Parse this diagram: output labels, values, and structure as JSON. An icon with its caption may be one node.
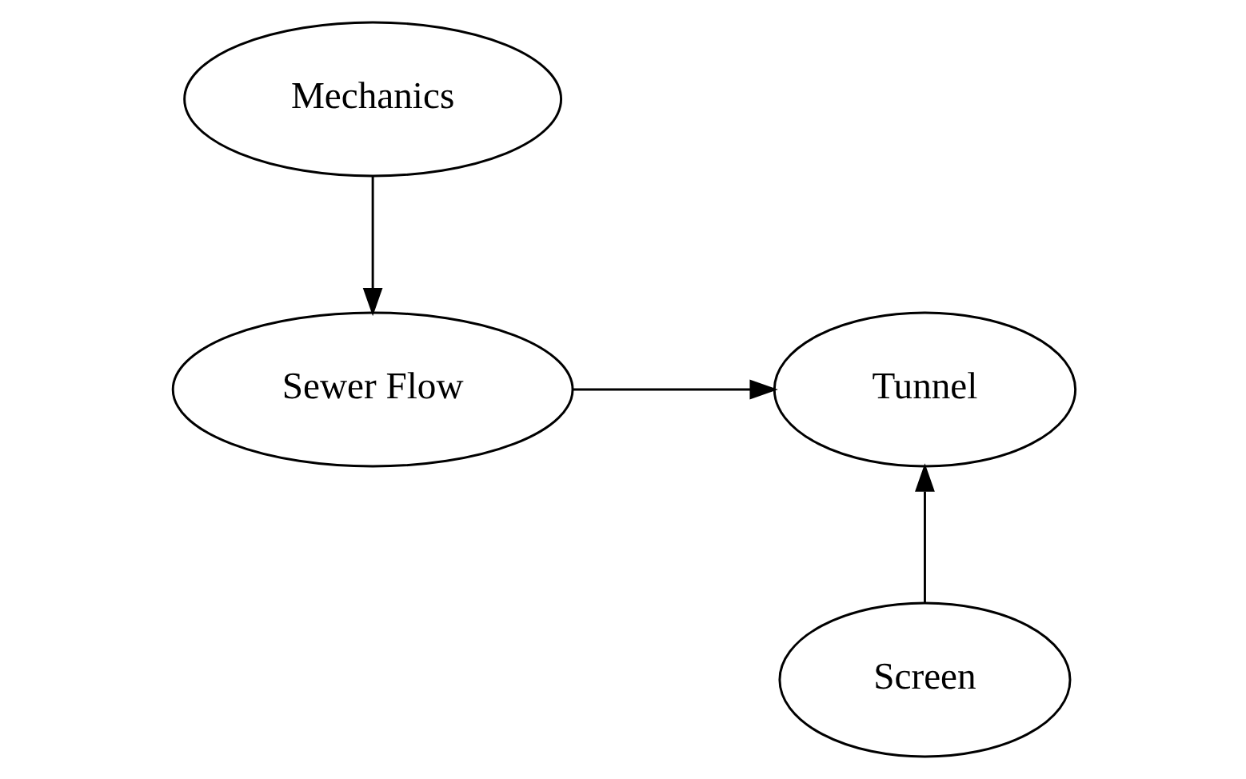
{
  "diagram": {
    "nodes": [
      {
        "text": [
          "Mechanics"
        ]
      },
      {
        "text": [
          "Sewer Flow"
        ]
      },
      {
        "text": [
          "Tunnel"
        ]
      },
      {
        "text": [
          "Screen"
        ]
      }
    ],
    "edges": [
      {
        "from": 0,
        "to": 1,
        "arrow": "to"
      },
      {
        "from": 1,
        "to": 2,
        "arrow": "to"
      },
      {
        "from": 3,
        "to": 2,
        "arrow": "to"
      }
    ]
  }
}
